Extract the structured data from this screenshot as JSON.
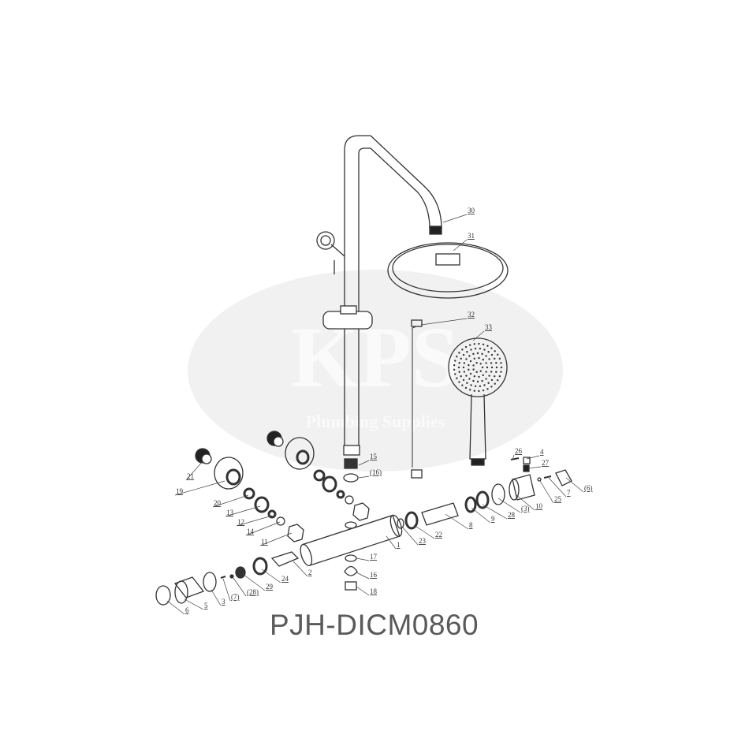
{
  "diagram": {
    "caption": "PJH-DICM0860",
    "watermark": {
      "brand": "KPS",
      "tagline": "Plumbing Supplies"
    },
    "part_labels": [
      "30",
      "31",
      "32",
      "33",
      "15",
      "(16)",
      "21",
      "19",
      "20",
      "13",
      "12",
      "14",
      "11",
      "1",
      "23",
      "22",
      "8",
      "9",
      "28",
      "(3)",
      "10",
      "25",
      "7",
      "(6)",
      "26",
      "4",
      "27",
      "17",
      "16",
      "18",
      "2",
      "24",
      "29",
      "(28)",
      "(7)",
      "3",
      "5",
      "6"
    ],
    "colors": {
      "line": "#333333",
      "watermark": "#f1f1f1",
      "caption": "#5a5a5a"
    }
  }
}
